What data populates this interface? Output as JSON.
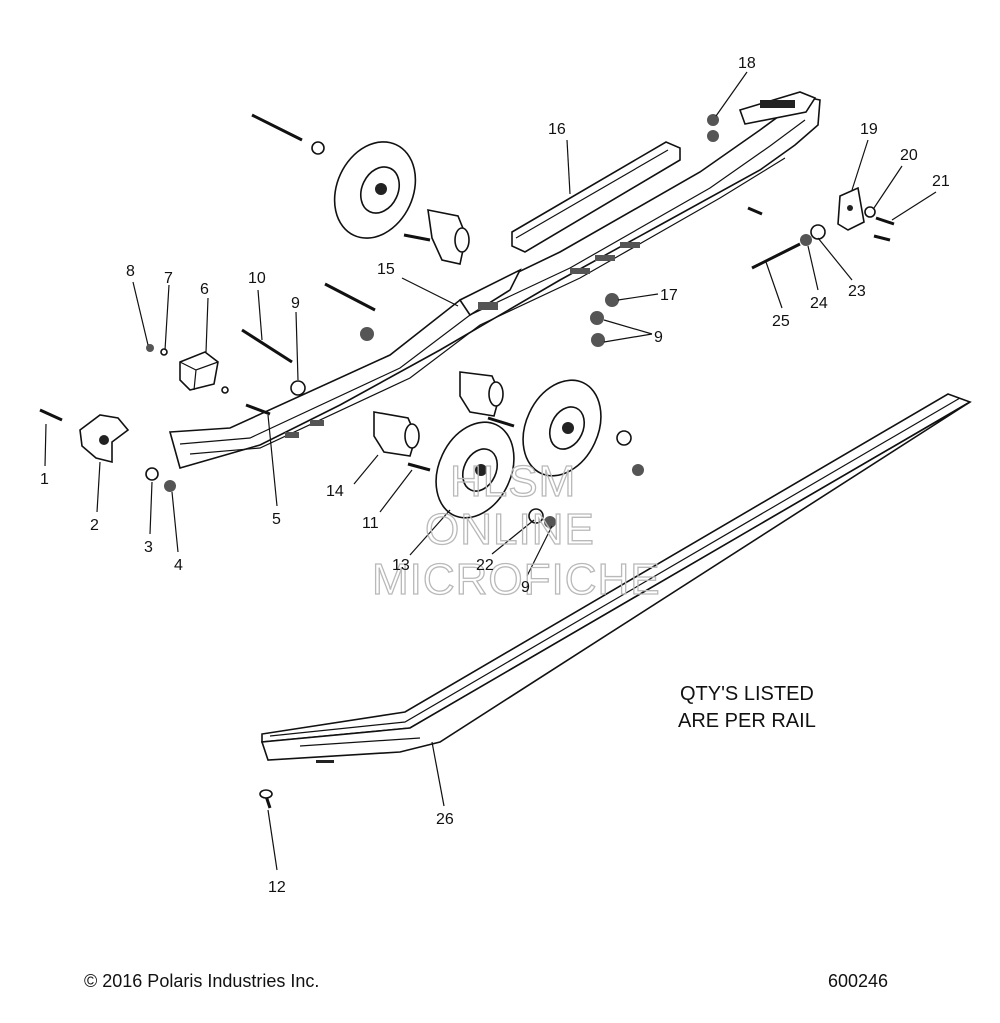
{
  "callouts": {
    "c1": "1",
    "c2": "2",
    "c3": "3",
    "c4": "4",
    "c5": "5",
    "c6": "6",
    "c7": "7",
    "c8": "8",
    "c9a": "9",
    "c9b": "9",
    "c9c": "9",
    "c10": "10",
    "c11": "11",
    "c12": "12",
    "c13": "13",
    "c14": "14",
    "c15": "15",
    "c16": "16",
    "c17": "17",
    "c18": "18",
    "c19": "19",
    "c20": "20",
    "c21": "21",
    "c22": "22",
    "c23": "23",
    "c24": "24",
    "c25": "25",
    "c26": "26"
  },
  "note": {
    "line1": "QTY'S LISTED",
    "line2": "ARE PER RAIL"
  },
  "watermark": {
    "line1": "HLSM",
    "line2": "ONLINE",
    "line3": "MICROFICHE"
  },
  "footer": {
    "copyright": "© 2016 Polaris Industries Inc.",
    "diagram_number": "600246"
  }
}
